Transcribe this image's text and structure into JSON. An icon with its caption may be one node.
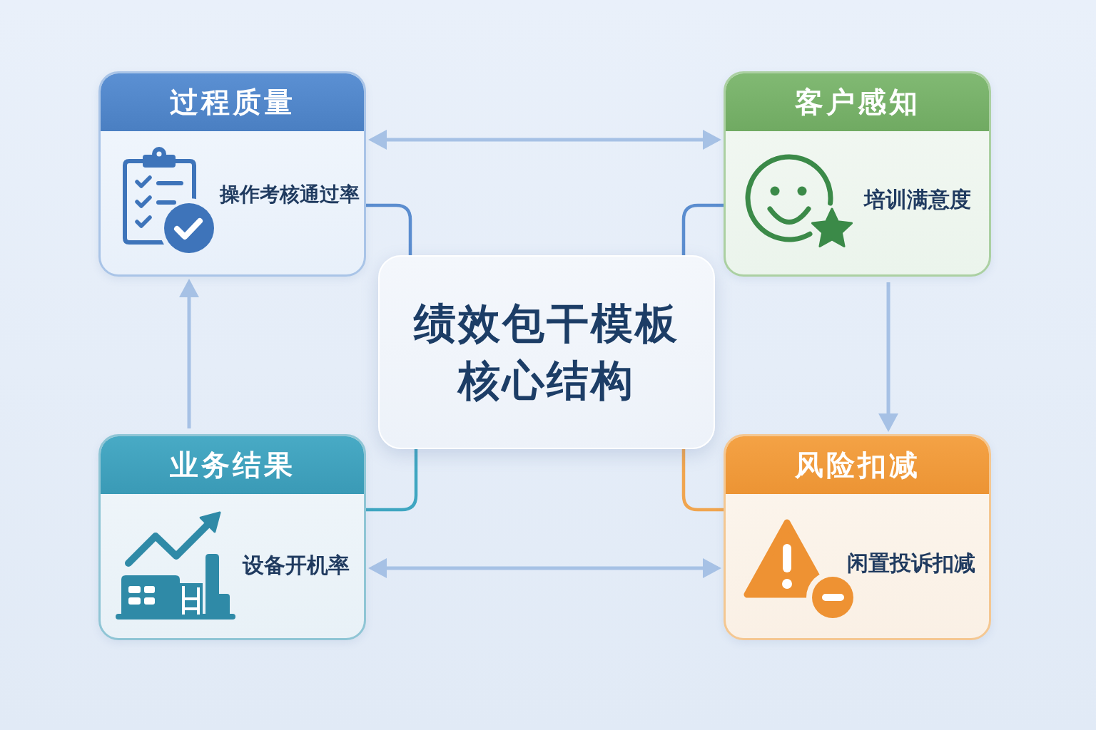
{
  "diagram": {
    "nodes": [
      {
        "text": [
          "过程质量",
          "操作考核通过率"
        ]
      },
      {
        "text": [
          "客户感知",
          "培训满意度"
        ]
      },
      {
        "text": [
          "绩效包干模板核心结构"
        ]
      },
      {
        "text": [
          "业务结果",
          "设备开机率"
        ]
      },
      {
        "text": [
          "风险扣减",
          "闲置投诉扣减"
        ]
      }
    ],
    "edges": [
      {
        "from": 0,
        "to": 1,
        "arrow": "both"
      },
      {
        "from": 1,
        "to": 4,
        "arrow": "to"
      },
      {
        "from": 3,
        "to": 4,
        "arrow": "both"
      },
      {
        "from": 3,
        "to": 0,
        "arrow": "to"
      },
      {
        "from": 2,
        "to": 0,
        "arrow": "none",
        "color": "#5b8dcf"
      },
      {
        "from": 2,
        "to": 1,
        "arrow": "none",
        "color": "#5b8dcf"
      },
      {
        "from": 2,
        "to": 3,
        "arrow": "none",
        "color": "#3fa6c1"
      },
      {
        "from": 2,
        "to": 4,
        "arrow": "none",
        "color": "#f0a54f"
      }
    ]
  }
}
